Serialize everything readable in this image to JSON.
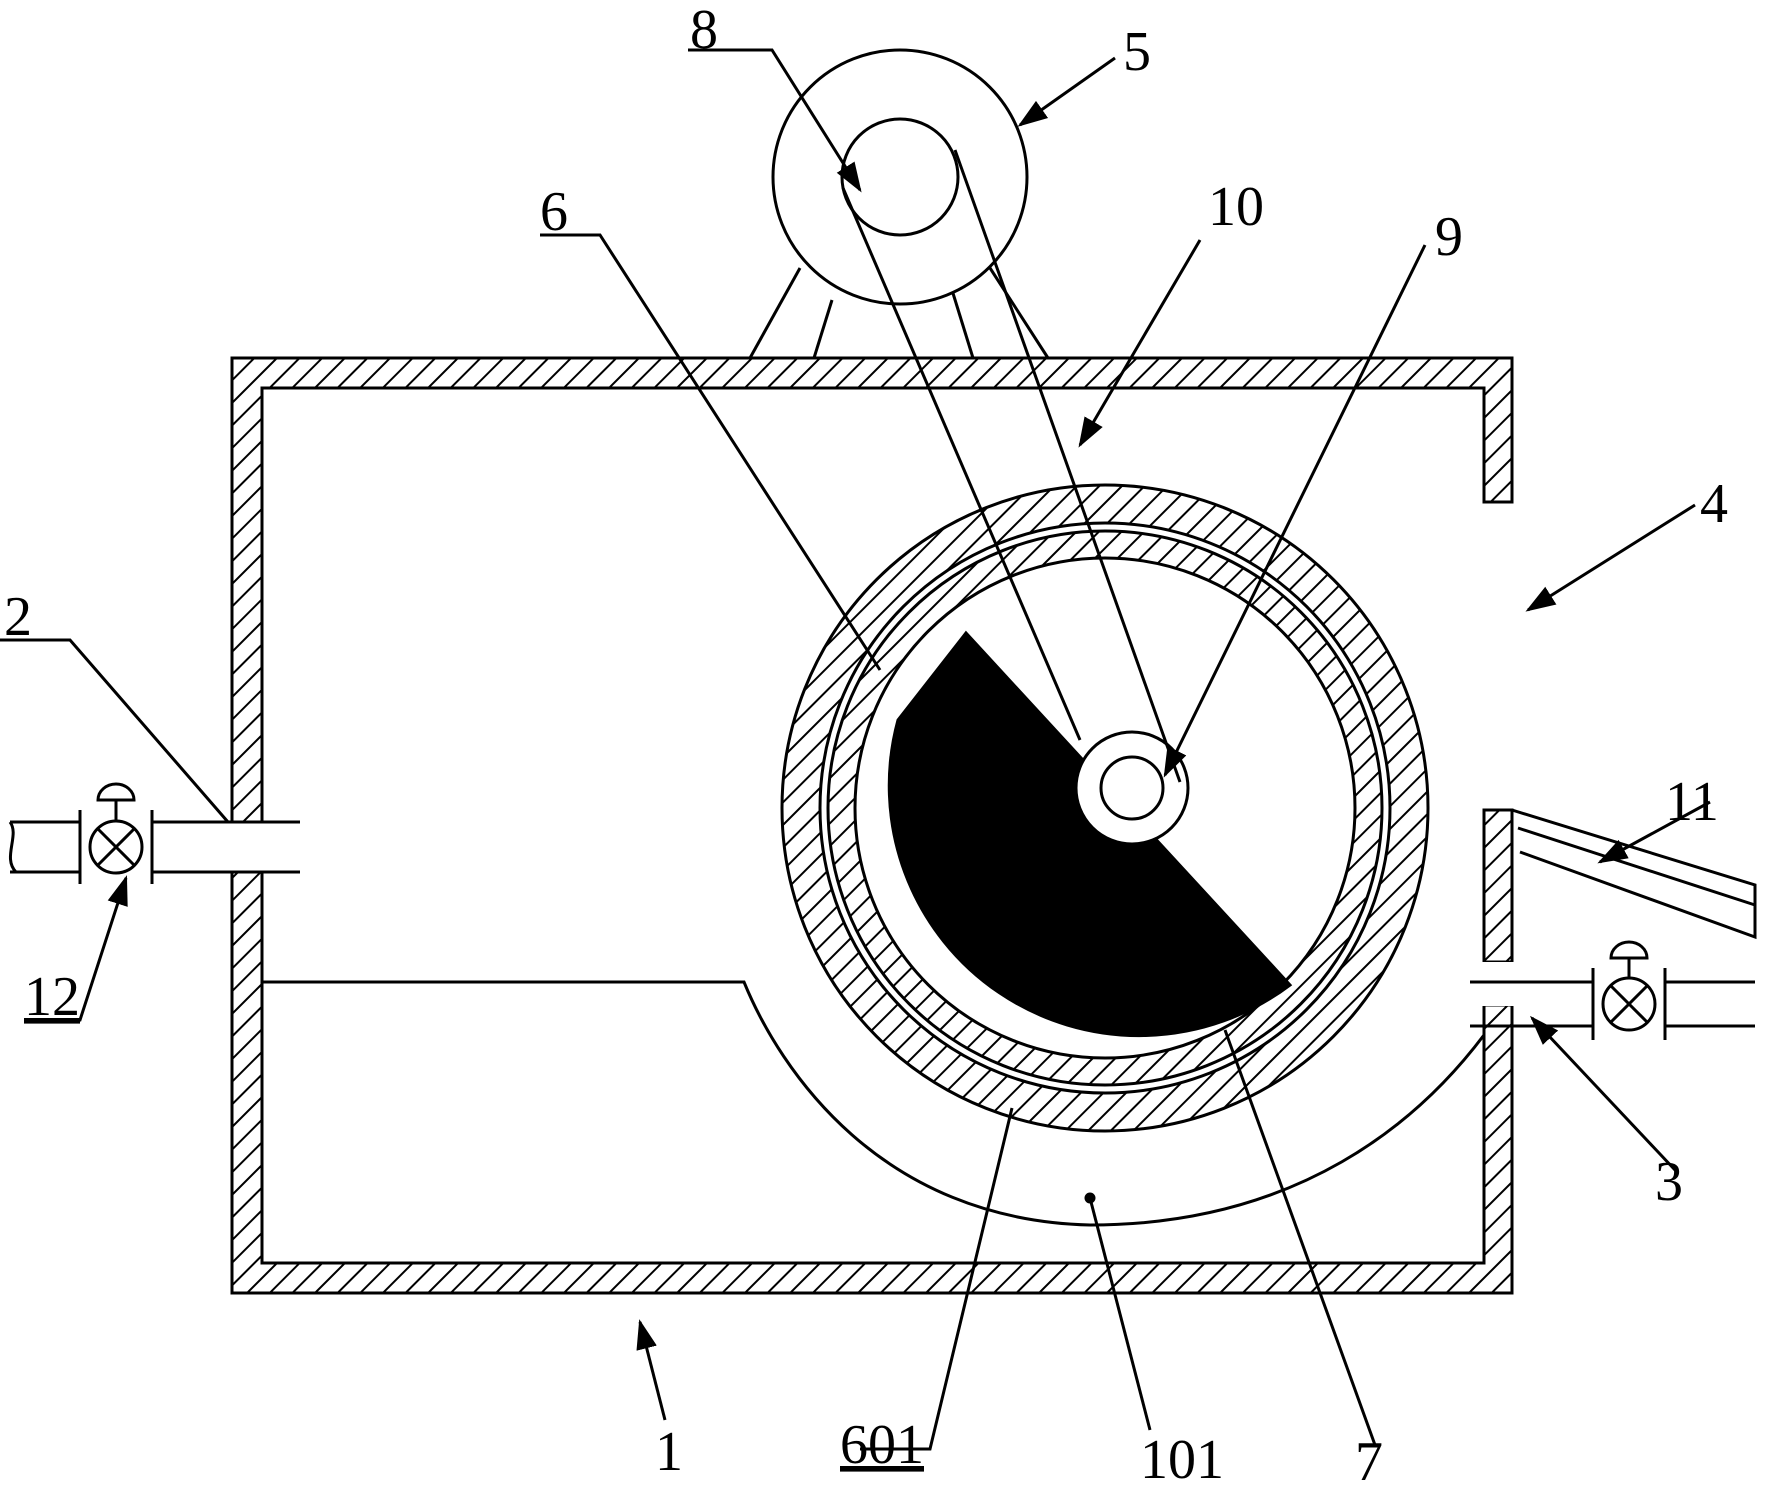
{
  "figure": {
    "labels": {
      "l1": "1",
      "l2": "2",
      "l3": "3",
      "l4": "4",
      "l5": "5",
      "l6": "6",
      "l7": "7",
      "l8": "8",
      "l9": "9",
      "l10": "10",
      "l11": "11",
      "l12": "12",
      "l101": "101",
      "l601": "601"
    }
  }
}
